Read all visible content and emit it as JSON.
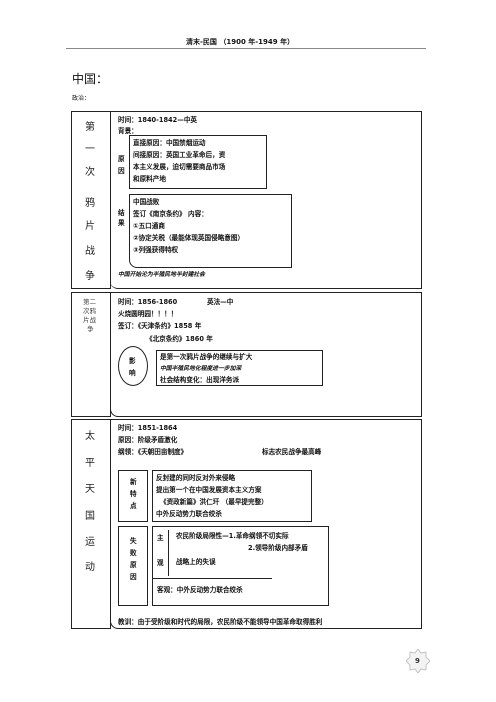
{
  "header": {
    "title": "清末-民国 （1900 年-1949 年）"
  },
  "page_title": "中国：",
  "subtitle": "政治：",
  "sections": [
    {
      "label_chars": [
        "第",
        "一",
        "次",
        "鸦",
        "片",
        "战",
        "争"
      ],
      "lines": {
        "time": "时间：1840-1842—中英",
        "background": "背景：",
        "cause_label": [
          "原",
          "因"
        ],
        "causes": [
          "直接原因：中国禁烟运动",
          "间接原因：英国工业革命后，资",
          "本主义发展，迫切需要商品市场",
          "和原料产地"
        ],
        "result_label": [
          "结",
          "果"
        ],
        "results": [
          "中国战败",
          "签订《南京条约》  内容：",
          "①五口通商",
          "②协定关税（最能体现英国侵略意图）",
          "③列强获得特权"
        ],
        "bottom": "中国开始沦为半殖民地半封建社会"
      }
    },
    {
      "label_chars": [
        "第二",
        "次鸦",
        "片战",
        "争"
      ],
      "lines": {
        "time": "时间：1856-1860",
        "parties": "英法—中",
        "event": "火烧圆明园！！！！",
        "treaty1": "签订：《天津条约》1858 年",
        "treaty2": "《北京条约》1860 年",
        "impact_label": [
          "影",
          "响"
        ],
        "impacts": [
          "是第一次鸦片战争的继续与扩大",
          "中国半殖民地化程度进一步加深",
          "社会结构变化：出现洋务派"
        ]
      }
    },
    {
      "label_chars": [
        "太",
        "平",
        "天",
        "国",
        "运",
        "动"
      ],
      "lines": {
        "time": "时间：1851-1864",
        "cause": "原因：阶级矛盾激化",
        "program": "纲领：《天朝田亩制度》",
        "peak": "标志农民战争最高峰",
        "feature_label": [
          "新",
          "特",
          "点"
        ],
        "features": [
          "反封建的同时反对外来侵略",
          "提出第一个在中国发展资本主义方案",
          "《资政新篇》洪仁玕 （最早提完整）",
          "中外反动势力联合绞杀"
        ],
        "failure_label": [
          "失",
          "败",
          "原",
          "因"
        ],
        "main_label": [
          "主",
          "观"
        ],
        "main_reasons": [
          "农民阶级局限性—1.革命纲领不切实际",
          "2.领导阶级内部矛盾",
          "战略上的失误"
        ],
        "objective": "客观：中外反动势力联合绞杀",
        "lesson": "教训：由于受阶级和时代的局限，农民阶级不能领导中国革命取得胜利"
      }
    }
  ],
  "page_number": "9"
}
